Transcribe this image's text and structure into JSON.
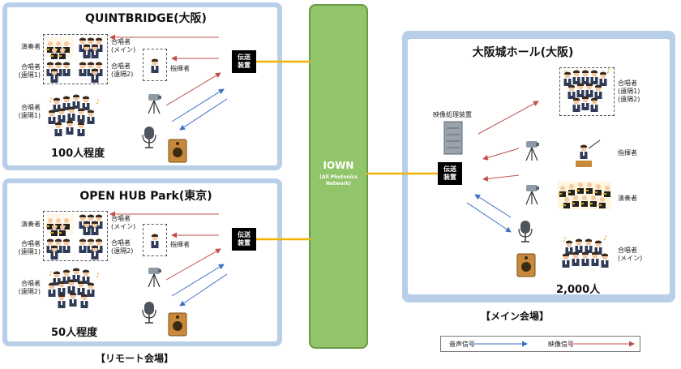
{
  "backbone": {
    "title": "IOWN",
    "subtitle": "(All Photonics\nNetwork)"
  },
  "transmitter_label": "伝送\n装置",
  "quintbridge": {
    "title": "QUINTBRIDGE(大阪)",
    "count": "100人程度",
    "players_label": "演奏者",
    "chorus_remote1_label": "合唱者\n(遠隔1)",
    "chorus_main_label": "合唱者\n(メイン)",
    "chorus_remote2_label": "合唱者\n(遠隔2)",
    "conductor_label": "指揮者",
    "local_chorus_label": "合唱者\n(遠隔1)"
  },
  "openhub": {
    "title": "OPEN HUB Park(東京)",
    "count": "50人程度",
    "players_label": "演奏者",
    "chorus_remote1_label": "合唱者\n(遠隔1)",
    "chorus_main_label": "合唱者\n(メイン)",
    "chorus_remote2_label": "合唱者\n(遠隔2)",
    "conductor_label": "指揮者",
    "local_chorus_label": "合唱者\n(遠隔2)"
  },
  "remote_caption": "【リモート会場】",
  "osaka_hall": {
    "title": "大阪城ホール(大阪)",
    "count": "2,000人",
    "video_processor_label": "映像処理装置",
    "chorus_remote_label": "合唱者\n(遠隔1)\n(遠隔2)",
    "conductor_label": "指揮者",
    "players_label": "演奏者",
    "chorus_main_label": "合唱者\n(メイン)"
  },
  "main_caption": "【メイン会場】",
  "legend": {
    "audio_label": "音声信号",
    "video_label": "映像信号"
  },
  "colors": {
    "audio": "#3f6fc4",
    "video": "#c0504d",
    "backbone": "#92c46a",
    "link": "#f0b400",
    "venue_frame": "#b9cfe8"
  }
}
